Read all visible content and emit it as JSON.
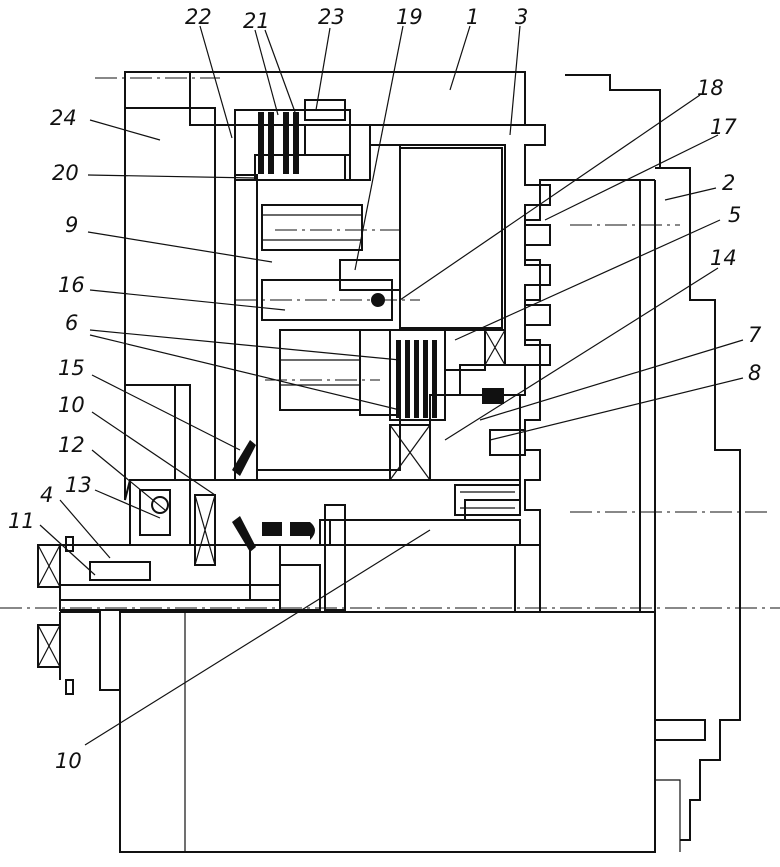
{
  "diagram": {
    "labels": [
      {
        "id": "l22",
        "text": "22"
      },
      {
        "id": "l21",
        "text": "21"
      },
      {
        "id": "l23",
        "text": "23"
      },
      {
        "id": "l19",
        "text": "19"
      },
      {
        "id": "l1",
        "text": "1"
      },
      {
        "id": "l3",
        "text": "3"
      },
      {
        "id": "l18",
        "text": "18"
      },
      {
        "id": "l17",
        "text": "17"
      },
      {
        "id": "l24",
        "text": "24"
      },
      {
        "id": "l20",
        "text": "20"
      },
      {
        "id": "l2",
        "text": "2"
      },
      {
        "id": "l9",
        "text": "9"
      },
      {
        "id": "l5",
        "text": "5"
      },
      {
        "id": "l14",
        "text": "14"
      },
      {
        "id": "l16",
        "text": "16"
      },
      {
        "id": "l6",
        "text": "6"
      },
      {
        "id": "l7",
        "text": "7"
      },
      {
        "id": "l15",
        "text": "15"
      },
      {
        "id": "l8",
        "text": "8"
      },
      {
        "id": "l10a",
        "text": "10"
      },
      {
        "id": "l12",
        "text": "12"
      },
      {
        "id": "l13",
        "text": "13"
      },
      {
        "id": "l4",
        "text": "4"
      },
      {
        "id": "l11",
        "text": "11"
      },
      {
        "id": "l10b",
        "text": "10"
      }
    ],
    "colors": {
      "ink": "#111111",
      "paper": "#ffffff"
    }
  }
}
